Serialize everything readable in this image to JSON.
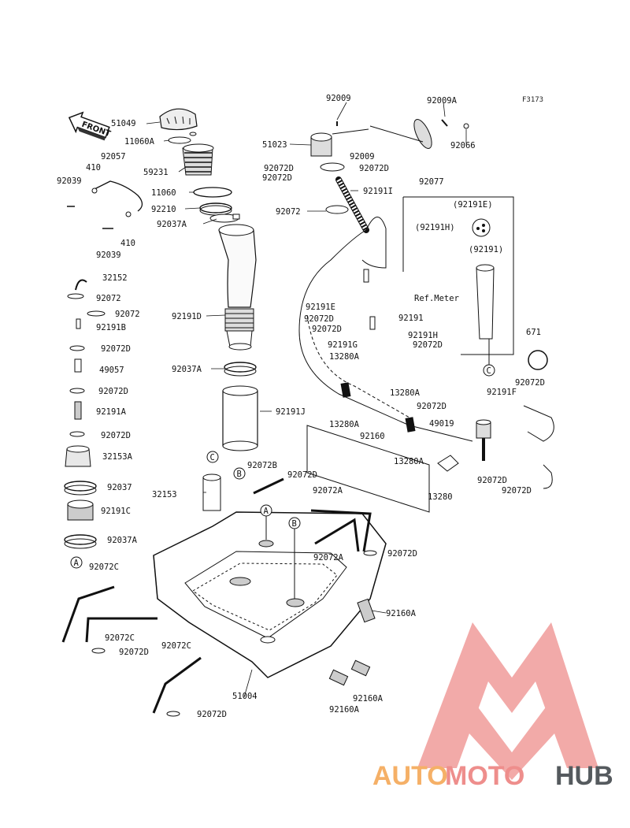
{
  "diagram": {
    "code": "F3173",
    "front_label": "FRONT",
    "ref_meter_label": "Ref.Meter",
    "callouts": {
      "A": "A",
      "B": "B",
      "C": "C"
    },
    "labels": {
      "p51049": "51049",
      "p11060A": "11060A",
      "p92057": "92057",
      "p410a": "410",
      "p92039a": "92039",
      "p59231": "59231",
      "p11060": "11060",
      "p92210": "92210",
      "p92037A_top": "92037A",
      "p410b": "410",
      "p92039b": "92039",
      "p32152": "32152",
      "p92072_a": "92072",
      "p92072_b": "92072",
      "p92191B": "92191B",
      "p92191D": "92191D",
      "p92072D_1": "92072D",
      "p49057": "49057",
      "p92037A_mid": "92037A",
      "p92072D_2": "92072D",
      "p92191A": "92191A",
      "p92191J": "92191J",
      "p92072D_3": "92072D",
      "p32153A": "32153A",
      "p92072B": "92072B",
      "p92037": "92037",
      "p32153": "32153",
      "p92072D_4": "92072D",
      "p92072A_1": "92072A",
      "p92191C": "92191C",
      "p92037A_low": "92037A",
      "p92072A_2": "92072A",
      "p92072D_5": "92072D",
      "p92072C_1": "92072C",
      "p92160A_1": "92160A",
      "p92072C_2": "92072C",
      "p92072D_6": "92072D",
      "p92072C_3": "92072C",
      "p51004": "51004",
      "p92160A_2": "92160A",
      "p92160A_3": "92160A",
      "p92072D_7": "92072D",
      "p92009_top": "92009",
      "p92009A": "92009A",
      "p51023": "51023",
      "p92066": "92066",
      "p92009_mid": "92009",
      "p92072D_8": "92072D",
      "p92072D_9": "92072D",
      "p92072D_10": "92072D",
      "p92077": "92077",
      "p92191I": "92191I",
      "p92072": "92072",
      "p92191E_paren": "(92191E)",
      "p92191H_paren": "(92191H)",
      "p92191_paren": "(92191)",
      "p92191E": "92191E",
      "p92072D_11": "92072D",
      "p92191": "92191",
      "p92072D_12": "92072D",
      "p92191H": "92191H",
      "p92191G": "92191G",
      "p92072D_13": "92072D",
      "p671": "671",
      "p13280A_1": "13280A",
      "p92072D_14": "92072D",
      "p92191F": "92191F",
      "p13280A_2": "13280A",
      "p92072D_15": "92072D",
      "p13280A_3": "13280A",
      "p49019": "49019",
      "p92160": "92160",
      "p13280A_4": "13280A",
      "p92072D_16": "92072D",
      "p92072D_17": "92072D",
      "p13280": "13280"
    }
  },
  "watermark": {
    "part1": "AUTO",
    "part2": "MOTO",
    "part3": "HUB",
    "color_auto": "#f5b067",
    "color_moto": "#ee8e8c",
    "color_hub": "#555a5e"
  }
}
